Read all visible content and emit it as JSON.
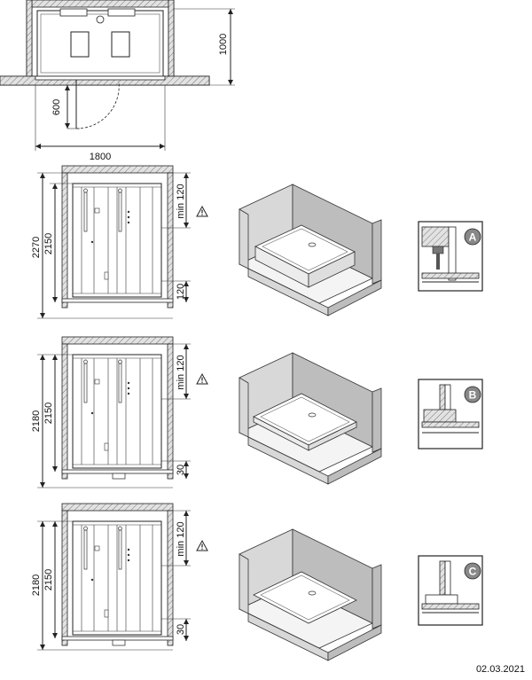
{
  "plan": {
    "width_label": "1800",
    "depth_label": "1000",
    "door_label": "600"
  },
  "front_views": [
    {
      "total_height": "2270",
      "cabin_height": "2150",
      "clearance_top": "min 120",
      "clearance_bottom": "120"
    },
    {
      "total_height": "2180",
      "cabin_height": "2150",
      "clearance_top": "min 120",
      "clearance_bottom": "30"
    },
    {
      "total_height": "2180",
      "cabin_height": "2150",
      "clearance_top": "min 120",
      "clearance_bottom": "30"
    }
  ],
  "details": [
    {
      "letter": "A"
    },
    {
      "letter": "B"
    },
    {
      "letter": "C"
    }
  ],
  "date": "02.03.2021"
}
